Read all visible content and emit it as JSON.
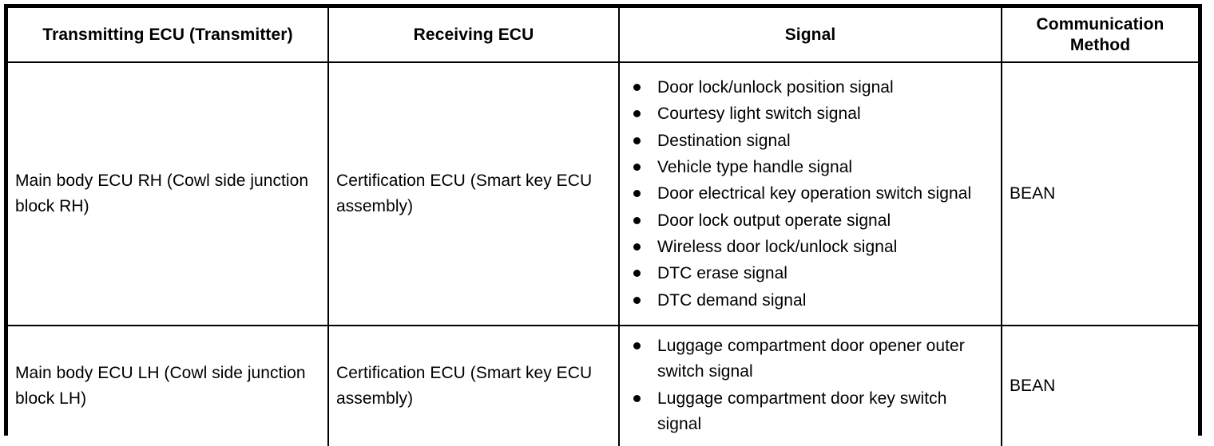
{
  "table": {
    "headers": [
      {
        "label": "Transmitting ECU (Transmitter)",
        "name": "header-transmitting-ecu"
      },
      {
        "label": "Receiving ECU",
        "name": "header-receiving-ecu"
      },
      {
        "label": "Signal",
        "name": "header-signal"
      },
      {
        "label": "Communication Method",
        "name": "header-communication-method"
      }
    ],
    "rows": [
      {
        "transmitting_ecu": "Main body ECU RH (Cowl side junction block RH)",
        "receiving_ecu": "Certification ECU (Smart key ECU assembly)",
        "signals": [
          "Door lock/unlock position signal",
          "Courtesy light switch signal",
          "Destination signal",
          "Vehicle type handle signal",
          "Door electrical key operation switch signal",
          "Door lock output operate signal",
          "Wireless door lock/unlock signal",
          "DTC erase signal",
          "DTC demand signal"
        ],
        "communication_method": "BEAN"
      },
      {
        "transmitting_ecu": "Main body ECU LH (Cowl side junction block LH)",
        "receiving_ecu": "Certification ECU (Smart key ECU assembly)",
        "signals": [
          "Luggage compartment door opener outer switch signal",
          "Luggage compartment door key switch signal"
        ],
        "communication_method": "BEAN"
      }
    ]
  },
  "colors": {
    "border": "#000000",
    "text": "#000000",
    "background": "#ffffff"
  }
}
